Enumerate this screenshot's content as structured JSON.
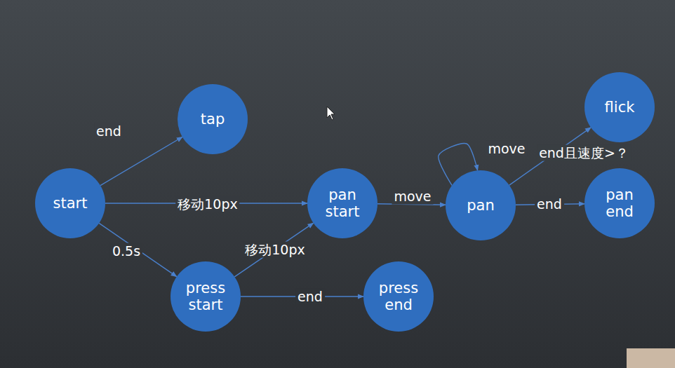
{
  "diagram": {
    "nodes": [
      {
        "text": [
          "start"
        ]
      },
      {
        "text": [
          "tap"
        ]
      },
      {
        "text": [
          "press start"
        ]
      },
      {
        "text": [
          "pan start"
        ]
      },
      {
        "text": [
          "press end"
        ]
      },
      {
        "text": [
          "pan"
        ]
      },
      {
        "text": [
          "flick"
        ]
      },
      {
        "text": [
          "pan end"
        ]
      }
    ],
    "edges": [
      {
        "from": 0,
        "to": 1,
        "label": "end",
        "arrow": "to"
      },
      {
        "from": 0,
        "to": 3,
        "label": "移动10px",
        "arrow": "to"
      },
      {
        "from": 0,
        "to": 2,
        "label": "0.5s",
        "arrow": "to"
      },
      {
        "from": 2,
        "to": 3,
        "label": "移动10px",
        "arrow": "to"
      },
      {
        "from": 2,
        "to": 4,
        "label": "end",
        "arrow": "to"
      },
      {
        "from": 3,
        "to": 5,
        "label": "move",
        "arrow": "to"
      },
      {
        "from": 5,
        "to": 5,
        "label": "move",
        "arrow": "to"
      },
      {
        "from": 5,
        "to": 6,
        "label": "end且速度>？",
        "arrow": "to"
      },
      {
        "from": 5,
        "to": 7,
        "label": "end",
        "arrow": "to"
      }
    ]
  }
}
